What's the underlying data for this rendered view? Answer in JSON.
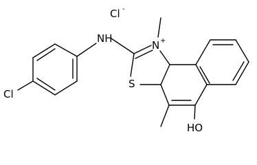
{
  "molecule": {
    "counterion": {
      "symbol": "Cl",
      "charge": "-"
    },
    "atoms": {
      "cl_sub": "Cl",
      "amine": "NH",
      "n_ring": "N",
      "n_charge": "+",
      "s_ring": "S",
      "hydroxyl": "HO"
    }
  }
}
